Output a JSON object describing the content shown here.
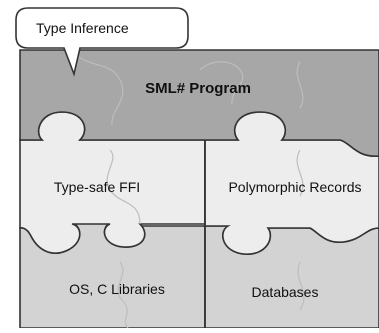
{
  "callout": {
    "text": "Type Inference"
  },
  "top_block": {
    "label": "SML# Program"
  },
  "middle_row": {
    "left_label": "Type-safe FFI",
    "right_label": "Polymorphic Records"
  },
  "bottom_row": {
    "left_label": "OS, C Libraries",
    "right_label": "Databases"
  },
  "colors": {
    "top_fill": "#a7a7a7",
    "middle_fill": "#ededed",
    "bottom_fill": "#d3d3d3",
    "outline": "#333333",
    "callout_fill": "#ffffff"
  }
}
